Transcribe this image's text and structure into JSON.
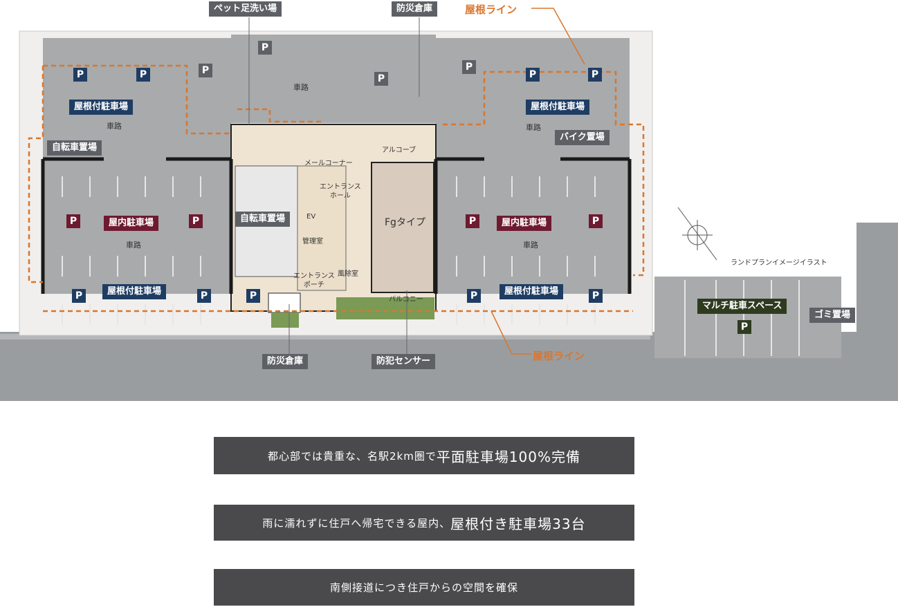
{
  "labels": {
    "pet_wash": "ペット足洗い場",
    "disaster_storage_top": "防災倉庫",
    "roof_line_top": "屋根ライン",
    "covered_parking_nw": "屋根付駐車場",
    "covered_parking_ne": "屋根付駐車場",
    "covered_parking_sw": "屋根付駐車場",
    "covered_parking_se": "屋根付駐車場",
    "bicycle_parking_w": "自転車置場",
    "bicycle_parking_center": "自転車置場",
    "bike_parking": "バイク置場",
    "indoor_parking_w": "屋内駐車場",
    "indoor_parking_e": "屋内駐車場",
    "disaster_storage_bottom": "防災倉庫",
    "security_sensor": "防犯センサー",
    "roof_line_bottom": "屋根ライン",
    "multi_parking": "マルチ駐車スペース",
    "garbage": "ゴミ置場"
  },
  "small_text": {
    "road_top": "車路",
    "road_nw": "車路",
    "road_ne": "車路",
    "road_w": "車路",
    "road_e": "車路",
    "alcove": "アルコーブ",
    "mail_corner": "メールコーナー",
    "entrance_hall": "エントランス\nホール",
    "ev": "EV",
    "management": "管理室",
    "windbreak": "風除室",
    "entrance_porch": "エントランス\nポーチ",
    "unit_type": "Fgタイプ",
    "balcony": "バルコニー",
    "landplan_note": "ランドプランイメージイラスト",
    "parking_mark": "P"
  },
  "banners": [
    {
      "prefix": "都心部では貴重な、名駅2km圏で",
      "emphasis": "平面駐車場100%完備"
    },
    {
      "prefix": "雨に濡れずに住戸へ帰宅できる屋内、",
      "emphasis": "屋根付き駐車場33台"
    },
    {
      "prefix": "南側接道につき住戸からの空間を確保",
      "emphasis": ""
    }
  ],
  "colors": {
    "navy": "#1f3d63",
    "maroon": "#6e1a30",
    "label_gray": "#5d6166",
    "dark_green": "#2e3b1f",
    "roof_line": "#d9762e",
    "banner_bg": "#4a4a4c"
  }
}
